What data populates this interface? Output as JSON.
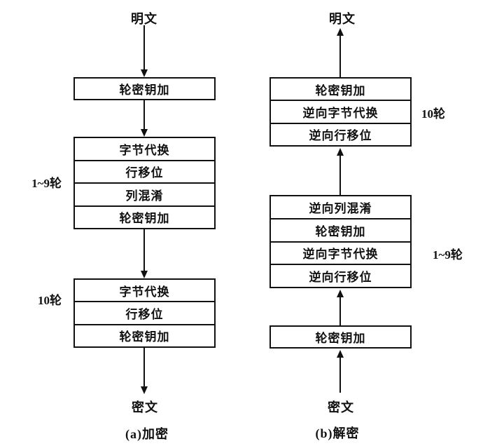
{
  "colors": {
    "line": "#111111",
    "background": "#ffffff"
  },
  "encryption": {
    "plaintext_label": "明文",
    "ciphertext_label": "密文",
    "initial_round_box": {
      "steps": [
        "轮密钥加"
      ]
    },
    "main_rounds_box": {
      "side_label": "1~9轮",
      "steps": [
        "字节代换",
        "行移位",
        "列混淆",
        "轮密钥加"
      ]
    },
    "final_round_box": {
      "side_label": "10轮",
      "steps": [
        "字节代换",
        "行移位",
        "轮密钥加"
      ]
    },
    "caption": "(a)加密"
  },
  "decryption": {
    "plaintext_label": "明文",
    "ciphertext_label": "密文",
    "final_round_box": {
      "side_label": "10轮",
      "steps": [
        "轮密钥加",
        "逆向字节代换",
        "逆向行移位"
      ]
    },
    "main_rounds_box": {
      "side_label": "1~9轮",
      "steps": [
        "逆向列混淆",
        "轮密钥加",
        "逆向字节代换",
        "逆向行移位"
      ]
    },
    "initial_round_box": {
      "steps": [
        "轮密钥加"
      ]
    },
    "caption": "(b)解密"
  }
}
